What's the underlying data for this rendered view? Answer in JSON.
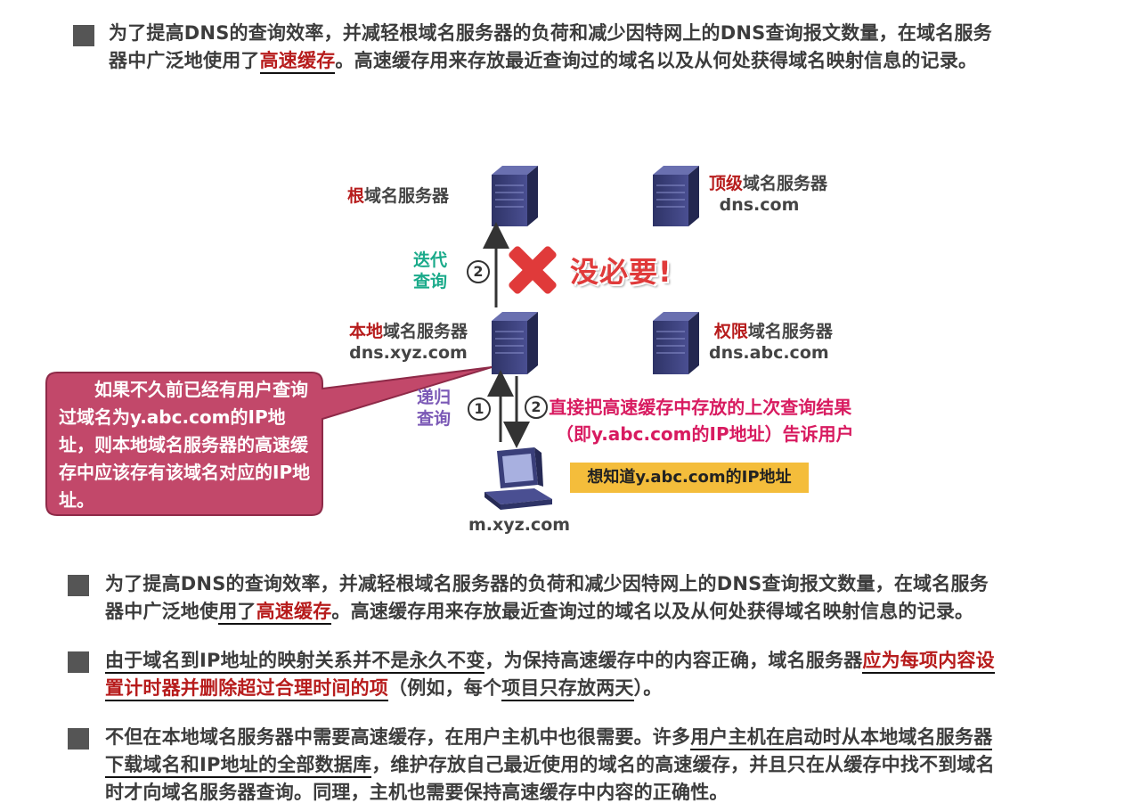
{
  "top_paragraph": {
    "line1": "为了提高DNS的查询效率，并减轻根域名服务器的负荷和减少因特网上的DNS查询报文数量，在域名服务",
    "line2_a": "器中广泛地使用了",
    "line2_em": "高速缓存",
    "line2_b": "。高速缓存用来存放最近查询过的域名以及从何处获得域名映射信息的记录。"
  },
  "diagram": {
    "root_server": {
      "prefix": "根",
      "suffix": "域名服务器"
    },
    "tld_server": {
      "prefix": "顶级",
      "suffix": "域名服务器",
      "host": "dns.com"
    },
    "local_server": {
      "prefix": "本地",
      "suffix": "域名服务器",
      "host": "dns.xyz.com"
    },
    "auth_server": {
      "prefix": "权限",
      "suffix": "域名服务器",
      "host": "dns.abc.com"
    },
    "client_host": "m.xyz.com",
    "iterative_label_1": "迭代",
    "iterative_label_2": "查询",
    "recursive_label_1": "递归",
    "recursive_label_2": "查询",
    "step_iter": "2",
    "step_rec_1": "1",
    "step_rec_2": "2",
    "not_needed": "没必要!",
    "reply_line1": "直接把高速缓存中存放的上次查询结果",
    "reply_line2": "（即y.abc.com的IP地址）告诉用户",
    "want_to_know": "想知道y.abc.com的IP地址",
    "callout": "如果不久前已经有用户查询过域名为y.abc.com的IP地址，则本地域名服务器的高速缓存中应该存有该域名对应的IP地址。",
    "colors": {
      "red": "#b71c1c",
      "server": "#3a3f7a",
      "callout": "#c2486a",
      "notice": "#f4bd3b",
      "cross": "#e03a3a"
    }
  },
  "bullets": [
    {
      "line1": "为了提高DNS的查询效率，并减轻根域名服务器的负荷和减少因特网上的DNS查询报文数量，在域名服务",
      "line2_a": "器中广泛地使",
      "line2_u": "用了",
      "line2_em": "高速缓存",
      "line2_b": "。高速缓存用来存放最近查询过的域名以及从何处获得域名映射信息的记录。"
    },
    {
      "line1_u": "由于域名到IP地址的映射关系并不是永久不变",
      "line1_a": "，为保持高速缓存中的内容正确，域名服务器",
      "line1_em": "应为每项内容设",
      "line2_em": "置计时器并删除超过合理时间的项",
      "line2_a": "（例如，每个",
      "line2_u": "项目只存放两天",
      "line2_b": "）。"
    },
    {
      "line1_a": "不但在本地域名服务器中需要高速缓存，在用户主机中也很需要。许多",
      "line1_u": "用户主机在启动时从本地域名服务器",
      "line2_u": "下载域名和IP地址的全部数据库",
      "line2_a": "，维护存放自己最近使用的域名的高速缓存，并且只在从缓存中找不到域名",
      "line3": "时才向域名服务器查询。同理，主机也需要保持高速缓存中内容的正确性。"
    }
  ]
}
